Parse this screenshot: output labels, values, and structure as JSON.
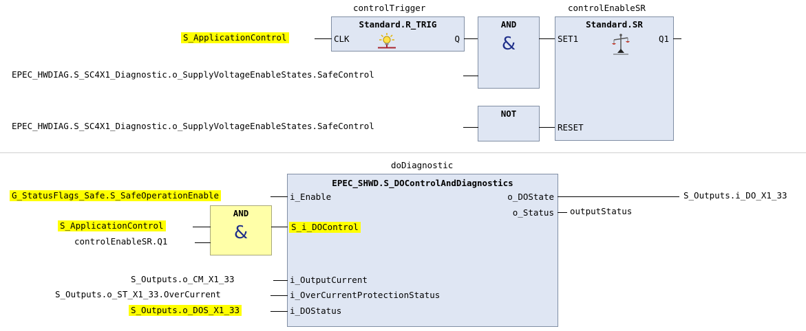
{
  "network1": {
    "r_trig": {
      "instance": "controlTrigger",
      "type": "Standard.R_TRIG",
      "input": "CLK",
      "output": "Q",
      "icon": "lightbulb-icon"
    },
    "and_gate": {
      "type": "AND",
      "symbol": "&"
    },
    "not_gate": {
      "type": "NOT"
    },
    "sr": {
      "instance": "controlEnableSR",
      "type": "Standard.SR",
      "set_input": "SET1",
      "reset_input": "RESET",
      "output": "Q1",
      "icon": "balance-scale-icon"
    },
    "vars": {
      "app_control": "S_ApplicationControl",
      "safe_control_1": "EPEC_HWDIAG.S_SC4X1_Diagnostic.o_SupplyVoltageEnableStates.SafeControl",
      "safe_control_2": "EPEC_HWDIAG.S_SC4X1_Diagnostic.o_SupplyVoltageEnableStates.SafeControl"
    }
  },
  "network2": {
    "fb": {
      "instance": "doDiagnostic",
      "type": "EPEC_SHWD.S_DOControlAndDiagnostics",
      "inputs": {
        "enable": "i_Enable",
        "control": "S_i_DOControl",
        "current": "i_OutputCurrent",
        "overcurrent": "i_OverCurrentProtectionStatus",
        "dostatus": "i_DOStatus"
      },
      "outputs": {
        "dostate": "o_DOState",
        "status": "o_Status"
      }
    },
    "and_gate": {
      "type": "AND",
      "symbol": "&"
    },
    "vars": {
      "safe_operation": "G_StatusFlags_Safe.S_SafeOperationEnable",
      "app_control": "S_ApplicationControl",
      "sr_q1": "controlEnableSR.Q1",
      "cm": "S_Outputs.o_CM_X1_33",
      "st": "S_Outputs.o_ST_X1_33.OverCurrent",
      "dos": "S_Outputs.o_DOS_X1_33",
      "do_out": "S_Outputs.i_DO_X1_33",
      "status_out": "outputStatus"
    }
  },
  "colors": {
    "block_fill": "#dfe6f3",
    "block_border": "#7f8da3",
    "highlight": "#ffff00",
    "selected_block_fill": "#ffffa8",
    "and_symbol": "#1f2f8a"
  }
}
